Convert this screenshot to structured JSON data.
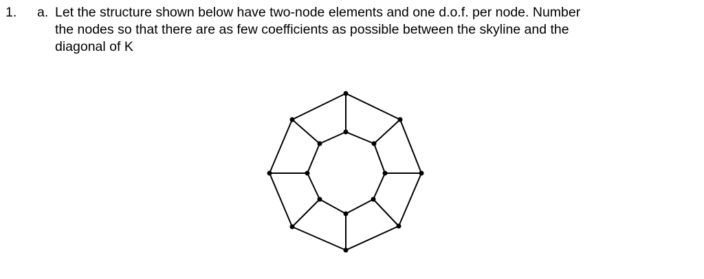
{
  "question": {
    "number": "1.",
    "part": "a.",
    "lines": "Let the structure shown below have two-node elements and one d.o.f. per node.  Number\nthe nodes so that there are as few coefficients as possible between the skyline and the\ndiagonal of K"
  },
  "figure": {
    "outer_nodes": 8,
    "inner_nodes": 8,
    "line_color": "#000000",
    "node_color": "#000000"
  }
}
